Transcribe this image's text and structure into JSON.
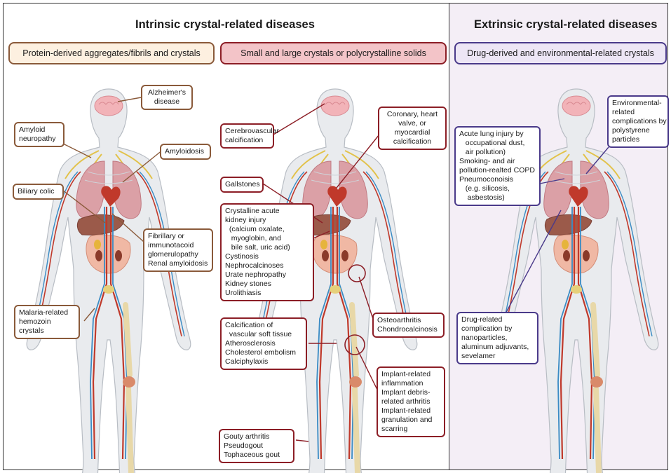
{
  "sections": {
    "intrinsic_title": "Intrinsic crystal-related diseases",
    "extrinsic_title": "Extrinsic crystal-related diseases"
  },
  "categories": {
    "protein": "Protein-derived aggregates/fibrils and crystals",
    "crystals": "Small and large crystals or polycrystalline solids",
    "drug": "Drug-derived and environmental-related crystals"
  },
  "colors": {
    "protein_fill": "#fdf0e0",
    "protein_border": "#8a5a3a",
    "crystals_fill": "#f3c4c8",
    "crystals_border": "#8c1e26",
    "drug_fill": "#ede6f5",
    "drug_border": "#4a3a8a"
  },
  "labels_protein": {
    "alzheimers": "Alzheimer's\ndisease",
    "amyloid_neuropathy": "Amyloid\nneuropathy",
    "amyloidosis": "Amyloidosis",
    "biliary_colic": "Biliary colic",
    "fibrillary": "Fibrillary or\nimmunotacoid\nglomerulopathy\nRenal amyloidosis",
    "malaria": "Malaria-related\nhemozoin\ncrystals"
  },
  "labels_crystals": {
    "cerebrovascular": "Cerebrovascular\ncalcification",
    "coronary": "Coronary, heart\nvalve, or\nmyocardial\ncalcification",
    "gallstones": "Gallstones",
    "kidney": "Crystalline acute\nkidney injury\n  (calcium oxalate,\n   myoglobin, and\n   bile salt, uric acid)\nCystinosis\nNephrocalcinoses\nUrate nephropathy\nKidney stones\nUrolithiasis",
    "osteoarthritis": "Osteoarthritis\nChondrocalcinosis",
    "vascular": "Calcification of\n  vascular soft tissue\nAtherosclerosis\nCholesterol embolism\nCalciphylaxis",
    "implant": "Implant-related\ninflammation\nImplant debris-\nrelated arthritis\nImplant-related\ngranulation and\nscarring",
    "gout": "Gouty arthritis\nPseudogout\nTophaceous gout"
  },
  "labels_drug": {
    "environmental": "Environmental-\nrelated\ncomplications by\npolystyrene\nparticles",
    "lung": "Acute lung injury by\n   occupational dust,\n   air pollution)\nSmoking- and air\npollution-realted COPD\nPneumoconoisis\n   (e.g. silicosis,\n    asbestosis)",
    "drug_related": "Drug-related\ncomplication by\nnanoparticles,\naluminum adjuvants,\nsevelamer"
  }
}
